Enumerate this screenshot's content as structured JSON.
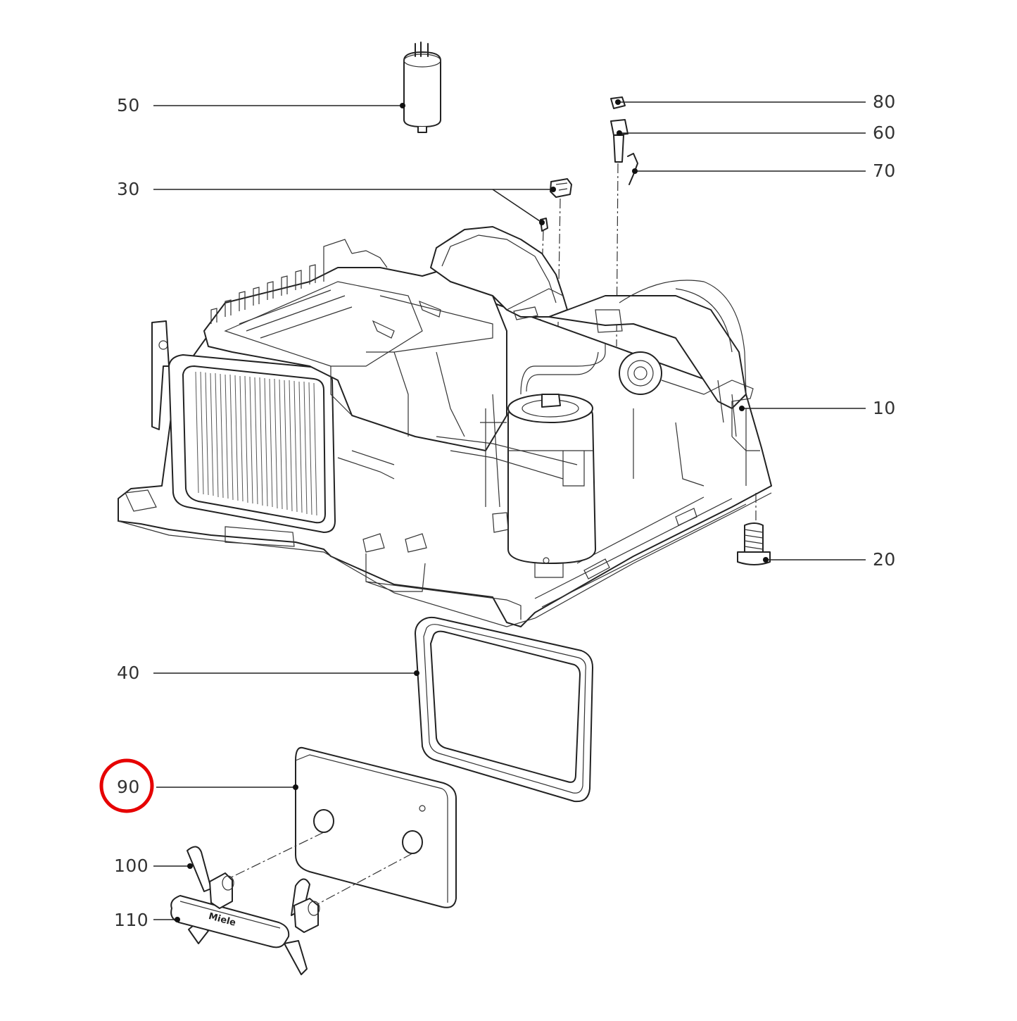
{
  "callouts": [
    {
      "id": "p50",
      "text": "50"
    },
    {
      "id": "p30",
      "text": "30"
    },
    {
      "id": "p80",
      "text": "80"
    },
    {
      "id": "p60",
      "text": "60"
    },
    {
      "id": "p70",
      "text": "70"
    },
    {
      "id": "p10",
      "text": "10"
    },
    {
      "id": "p20",
      "text": "20"
    },
    {
      "id": "p40",
      "text": "40"
    },
    {
      "id": "p90",
      "text": "90"
    },
    {
      "id": "p100",
      "text": "100"
    },
    {
      "id": "p110",
      "text": "110"
    }
  ],
  "highlight": {
    "part": "90",
    "color": "#e60000"
  },
  "brand_mark": "Miele"
}
